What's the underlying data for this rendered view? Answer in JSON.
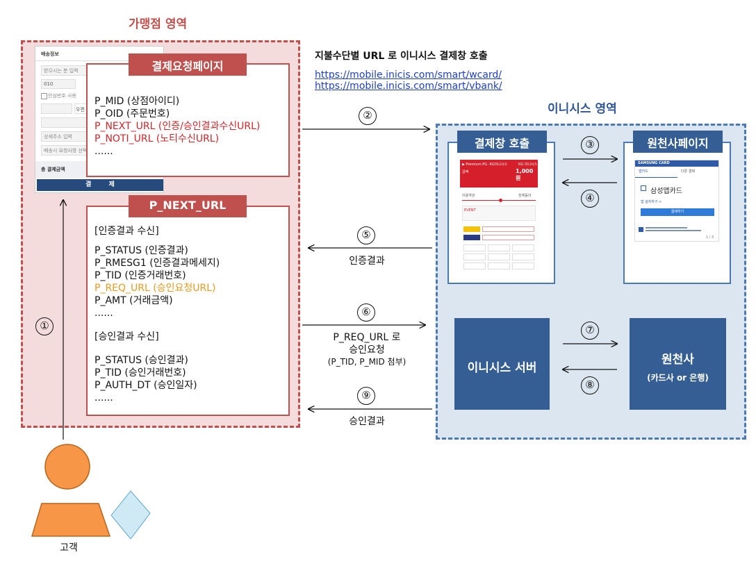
{
  "merchant_area": {
    "title": "가맹점 영역"
  },
  "inicis_area": {
    "title": "이니시스 영역"
  },
  "header_note": {
    "title": "지불수단별 URL 로 이니시스 결제창 호출",
    "links": [
      "https://mobile.inicis.com/smart/wcard/",
      "https://mobile.inicis.com/smart/vbank/"
    ]
  },
  "order_mock": {
    "header": "배송정보",
    "placeholder_name": "받으시는 분 입력",
    "phone_prefix": "010",
    "safe_number": "안심번호 사용",
    "zipcode_button": "우편",
    "address_placeholder": "상세주소 입력",
    "request_note": "배송시 요청사항 선택",
    "total_label": "총 결제금액",
    "pay_button": "결        제"
  },
  "request_page": {
    "label": "결제요청페이지",
    "lines": [
      {
        "text": "P_MID (상점아이디)",
        "style": ""
      },
      {
        "text": "P_OID (주문번호)",
        "style": ""
      },
      {
        "text": "P_NEXT_URL (인증/승인결과수신URL)",
        "style": "red"
      },
      {
        "text": "P_NOTI_URL (노티수신URL)",
        "style": "red"
      },
      {
        "text": "......",
        "style": ""
      }
    ]
  },
  "next_url": {
    "label": "P_NEXT_URL",
    "auth_header": "[인증결과 수신]",
    "auth_lines": [
      {
        "text": "P_STATUS (인증결과)",
        "style": ""
      },
      {
        "text": "P_RMESG1 (인증결과메세지)",
        "style": ""
      },
      {
        "text": "P_TID (인증거래번호)",
        "style": ""
      },
      {
        "text": "P_REQ_URL (승인요청URL)",
        "style": "orange"
      },
      {
        "text": "P_AMT (거래금액)",
        "style": ""
      },
      {
        "text": "......",
        "style": ""
      }
    ],
    "approve_header": "[승인결과 수신]",
    "approve_lines": [
      {
        "text": "P_STATUS (승인결과)",
        "style": ""
      },
      {
        "text": "P_TID (승인거래번호)",
        "style": ""
      },
      {
        "text": "P_AUTH_DT (승인일자)",
        "style": ""
      },
      {
        "text": "......",
        "style": ""
      }
    ]
  },
  "pay_window": {
    "label": "결제창 호출",
    "product": "▶ Premium PG -KG이니시스",
    "brand": "KG 이니시스",
    "amount_label": "금액",
    "amount": "1,000원",
    "terms": "이용약관",
    "agree": "전체동의",
    "event": "EVENT"
  },
  "issuer_page": {
    "label": "원천사페이지",
    "card_header": "SAMSUNG CARD",
    "tab1": "앱카드",
    "tab2": "다른 결제",
    "app_name": "삼성앱카드",
    "install": "앱 설치하기 >",
    "pay_button": "결제하기",
    "page_count": "1 / 3"
  },
  "inicis_server": {
    "label": "이니시스 서버"
  },
  "issuer": {
    "label": "원천사",
    "sub": "(카드사 or 은행)"
  },
  "steps": {
    "s1": "①",
    "s2": "②",
    "s3": "③",
    "s4": "④",
    "s5": "⑤",
    "s6": "⑥",
    "s7": "⑦",
    "s8": "⑧",
    "s9": "⑨"
  },
  "flow_labels": {
    "auth_result": "인증결과",
    "req_line1": "P_REQ_URL 로",
    "req_line2": "승인요청",
    "req_line3": "(P_TID, P_MID 첨부)",
    "approve_result": "승인결과"
  },
  "customer": {
    "label": "고객"
  },
  "colors": {
    "merchant": "#c0504d",
    "inicis": "#4a7ab5",
    "server": "#355f94"
  }
}
